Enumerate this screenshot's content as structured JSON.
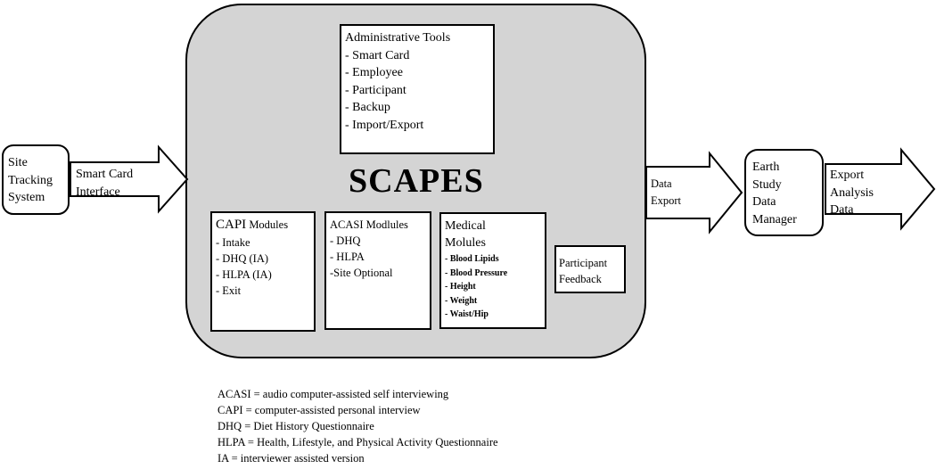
{
  "central_system": {
    "title": "SCAPES"
  },
  "left_system": {
    "label": "Site Tracking System",
    "lines": [
      "Site",
      "Tracking",
      "System"
    ]
  },
  "smart_card_interface": {
    "lines": [
      "Smart Card",
      "Interface"
    ]
  },
  "admin_tools": {
    "title": "Administrative Tools",
    "items": [
      "- Smart Card",
      "- Employee",
      "- Participant",
      "- Backup",
      "- Import/Export"
    ]
  },
  "capi_modules": {
    "title_main": "CAPI",
    "title_suffix": " Modules",
    "items": [
      "- Intake",
      "- DHQ (IA)",
      "- HLPA (IA)",
      "- Exit"
    ]
  },
  "acasi_modules": {
    "title": "ACASI Modlules",
    "items": [
      "- DHQ",
      "- HLPA",
      "-Site Optional"
    ]
  },
  "medical_modules": {
    "title_lines": [
      "Medical",
      "Molules"
    ],
    "items": [
      "- Blood Lipids",
      "- Blood Pressure",
      "- Height",
      "- Weight",
      "- Waist/Hip"
    ]
  },
  "participant_feedback": {
    "lines": [
      "Participant",
      "Feedback"
    ]
  },
  "data_export": {
    "lines": [
      "Data",
      "Export"
    ]
  },
  "earth_study": {
    "lines": [
      "Earth",
      "Study",
      "Data",
      "Manager"
    ]
  },
  "export_analysis": {
    "lines": [
      "Export",
      "Analysis",
      "Data"
    ]
  },
  "legend": [
    "ACASI = audio computer-assisted self interviewing",
    "CAPI = computer-assisted personal interview",
    "DHQ = Diet History Questionnaire",
    "HLPA = Health, Lifestyle, and Physical Activity Questionnaire",
    "IA = interviewer assisted version"
  ]
}
